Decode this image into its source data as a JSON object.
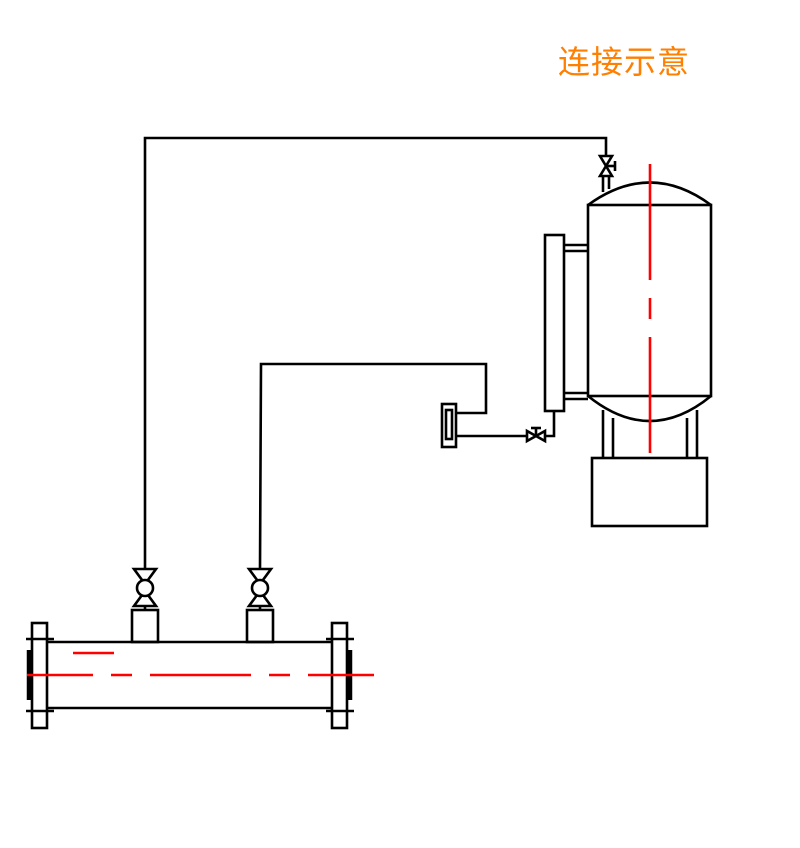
{
  "title": "连接示意",
  "colors": {
    "title": "#ff7f00",
    "outline": "#000000",
    "centerline": "#ff0000",
    "background": "#ffffff"
  },
  "components": {
    "pressure_tank": "pressure-tank",
    "tank_top_valve": "needle-valve",
    "sight_gauge": "level-gauge",
    "drain_valve": "needle-valve",
    "flow_indicator": "flow-indicator",
    "main_pipe": "flanged-pipe-section",
    "pipe_valves": [
      "butterfly-valve",
      "butterfly-valve"
    ]
  }
}
